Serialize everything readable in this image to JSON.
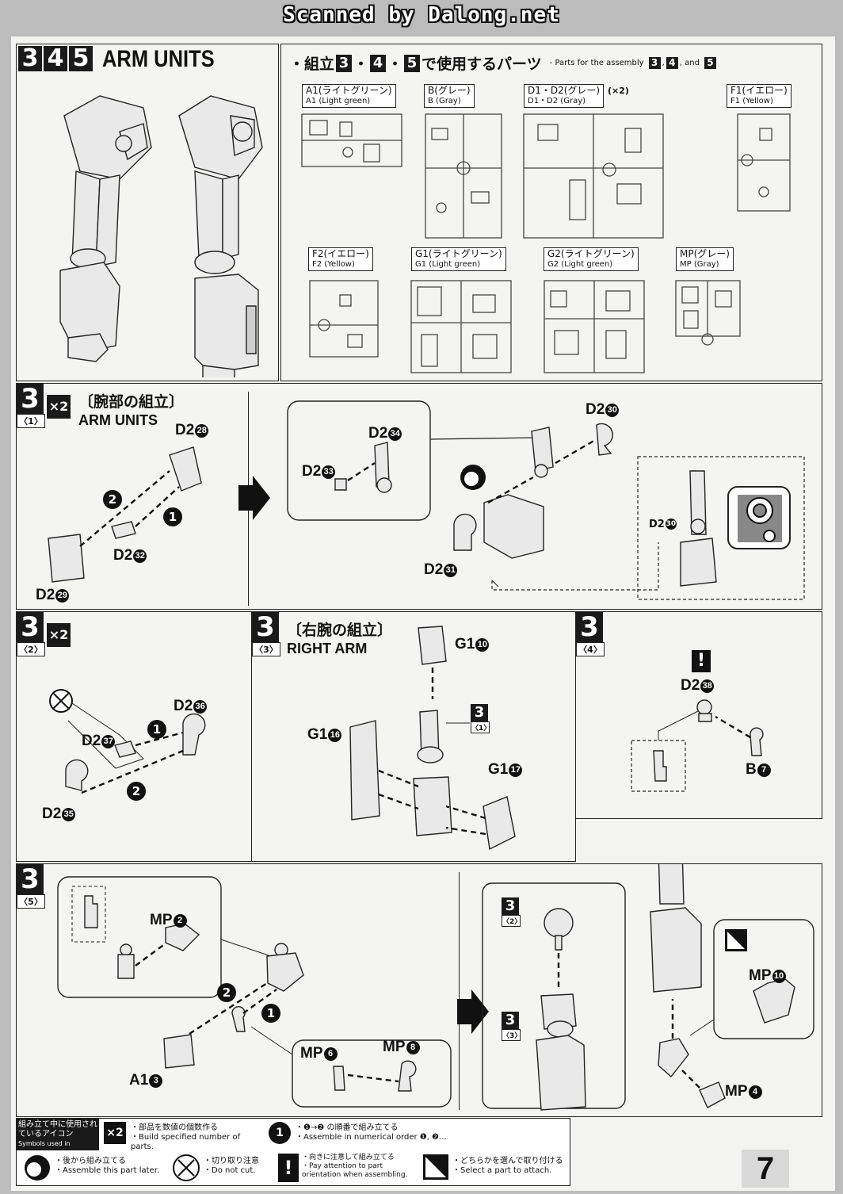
{
  "header": {
    "watermark": "Scanned by Dalong.net"
  },
  "section": {
    "steps": [
      "3",
      "4",
      "5"
    ],
    "title": "ARM UNITS"
  },
  "parts_used": {
    "title_jp_a": "・組立",
    "title_dot1": "・",
    "title_dot2": "・",
    "title_jp_b": "で使用するパーツ",
    "title_en": "- Parts for the assembly",
    "title_en_and": ", and",
    "steps": [
      "3",
      "4",
      "5"
    ],
    "runners": [
      {
        "jp": "A1(ライトグリーン)",
        "en": "A1 (Light green)",
        "extra": ""
      },
      {
        "jp": "B(グレー)",
        "en": "B (Gray)",
        "extra": ""
      },
      {
        "jp": "D1・D2(グレー)",
        "en": "D1・D2 (Gray)",
        "extra": "(×2)"
      },
      {
        "jp": "F1(イエロー)",
        "en": "F1 (Yellow)",
        "extra": ""
      },
      {
        "jp": "F2(イエロー)",
        "en": "F2 (Yellow)",
        "extra": ""
      },
      {
        "jp": "G1(ライトグリーン)",
        "en": "G1 (Light green)",
        "extra": ""
      },
      {
        "jp": "G2(ライトグリーン)",
        "en": "G2 (Light green)",
        "extra": ""
      },
      {
        "jp": "MP(グレー)",
        "en": "MP (Gray)",
        "extra": ""
      }
    ]
  },
  "step3_1": {
    "num": "3",
    "sub": "〈1〉",
    "mult": "×2",
    "title_jp": "〔腕部の組立〕",
    "title_en": "ARM UNITS",
    "labels": [
      {
        "part": "D2",
        "no": "28"
      },
      {
        "part": "D2",
        "no": "32"
      },
      {
        "part": "D2",
        "no": "29"
      },
      {
        "part": "D2",
        "no": "34"
      },
      {
        "part": "D2",
        "no": "33"
      },
      {
        "part": "D2",
        "no": "30"
      },
      {
        "part": "D2",
        "no": "31"
      },
      {
        "part": "D2",
        "no": "30"
      }
    ],
    "order": [
      "2",
      "1"
    ]
  },
  "step3_2": {
    "num": "3",
    "sub": "〈2〉",
    "mult": "×2",
    "labels": [
      {
        "part": "D2",
        "no": "36"
      },
      {
        "part": "D2",
        "no": "37"
      },
      {
        "part": "D2",
        "no": "35"
      }
    ],
    "order": [
      "1",
      "2"
    ]
  },
  "step3_3": {
    "num": "3",
    "sub": "〈3〉",
    "title_jp": "〔右腕の組立〕",
    "title_en": "RIGHT ARM",
    "labels": [
      {
        "part": "G1",
        "no": "10"
      },
      {
        "part": "G1",
        "no": "16"
      },
      {
        "part": "G1",
        "no": "17"
      }
    ],
    "ref": {
      "num": "3",
      "sub": "〈1〉"
    }
  },
  "step3_4": {
    "num": "3",
    "sub": "〈4〉",
    "labels": [
      {
        "part": "D2",
        "no": "38"
      },
      {
        "part": "B",
        "no": "7"
      }
    ],
    "warning": "!"
  },
  "step3_5": {
    "num": "3",
    "sub": "〈5〉",
    "labels": [
      {
        "part": "MP",
        "no": "2"
      },
      {
        "part": "A1",
        "no": "3"
      },
      {
        "part": "MP",
        "no": "6"
      },
      {
        "part": "MP",
        "no": "8"
      },
      {
        "part": "MP",
        "no": "10"
      },
      {
        "part": "MP",
        "no": "4"
      }
    ],
    "order": [
      "2",
      "1"
    ],
    "refs": [
      {
        "num": "3",
        "sub": "〈2〉"
      },
      {
        "num": "3",
        "sub": "〈3〉"
      }
    ]
  },
  "legend": {
    "title_jp": "組み立て中に使用されているアイコン",
    "title_en": "Symbols used in instructions",
    "items": [
      {
        "icon": "x2-icon",
        "glyph": "×2",
        "jp": "・部品を数値の個数作る",
        "en": "・Build specified number of parts."
      },
      {
        "icon": "order-icon",
        "glyph": "1",
        "jp": "・❶→❷ の順番で組み立てる",
        "en": "・Assemble in numerical order ❶, ❷..."
      },
      {
        "icon": "later-icon",
        "glyph": "",
        "jp": "・後から組み立てる",
        "en": "・Assemble this part later."
      },
      {
        "icon": "no-cut-icon",
        "glyph": "",
        "jp": "・切り取り注意",
        "en": "・Do not cut."
      },
      {
        "icon": "attention-icon",
        "glyph": "!",
        "jp": "・向きに注意して組み立てる",
        "en": "・Pay attention to part orientation when assembling."
      },
      {
        "icon": "select-icon",
        "glyph": "",
        "jp": "・どちらかを選んで取り付ける",
        "en": "・Select a part to attach."
      }
    ]
  },
  "page_number": "7"
}
